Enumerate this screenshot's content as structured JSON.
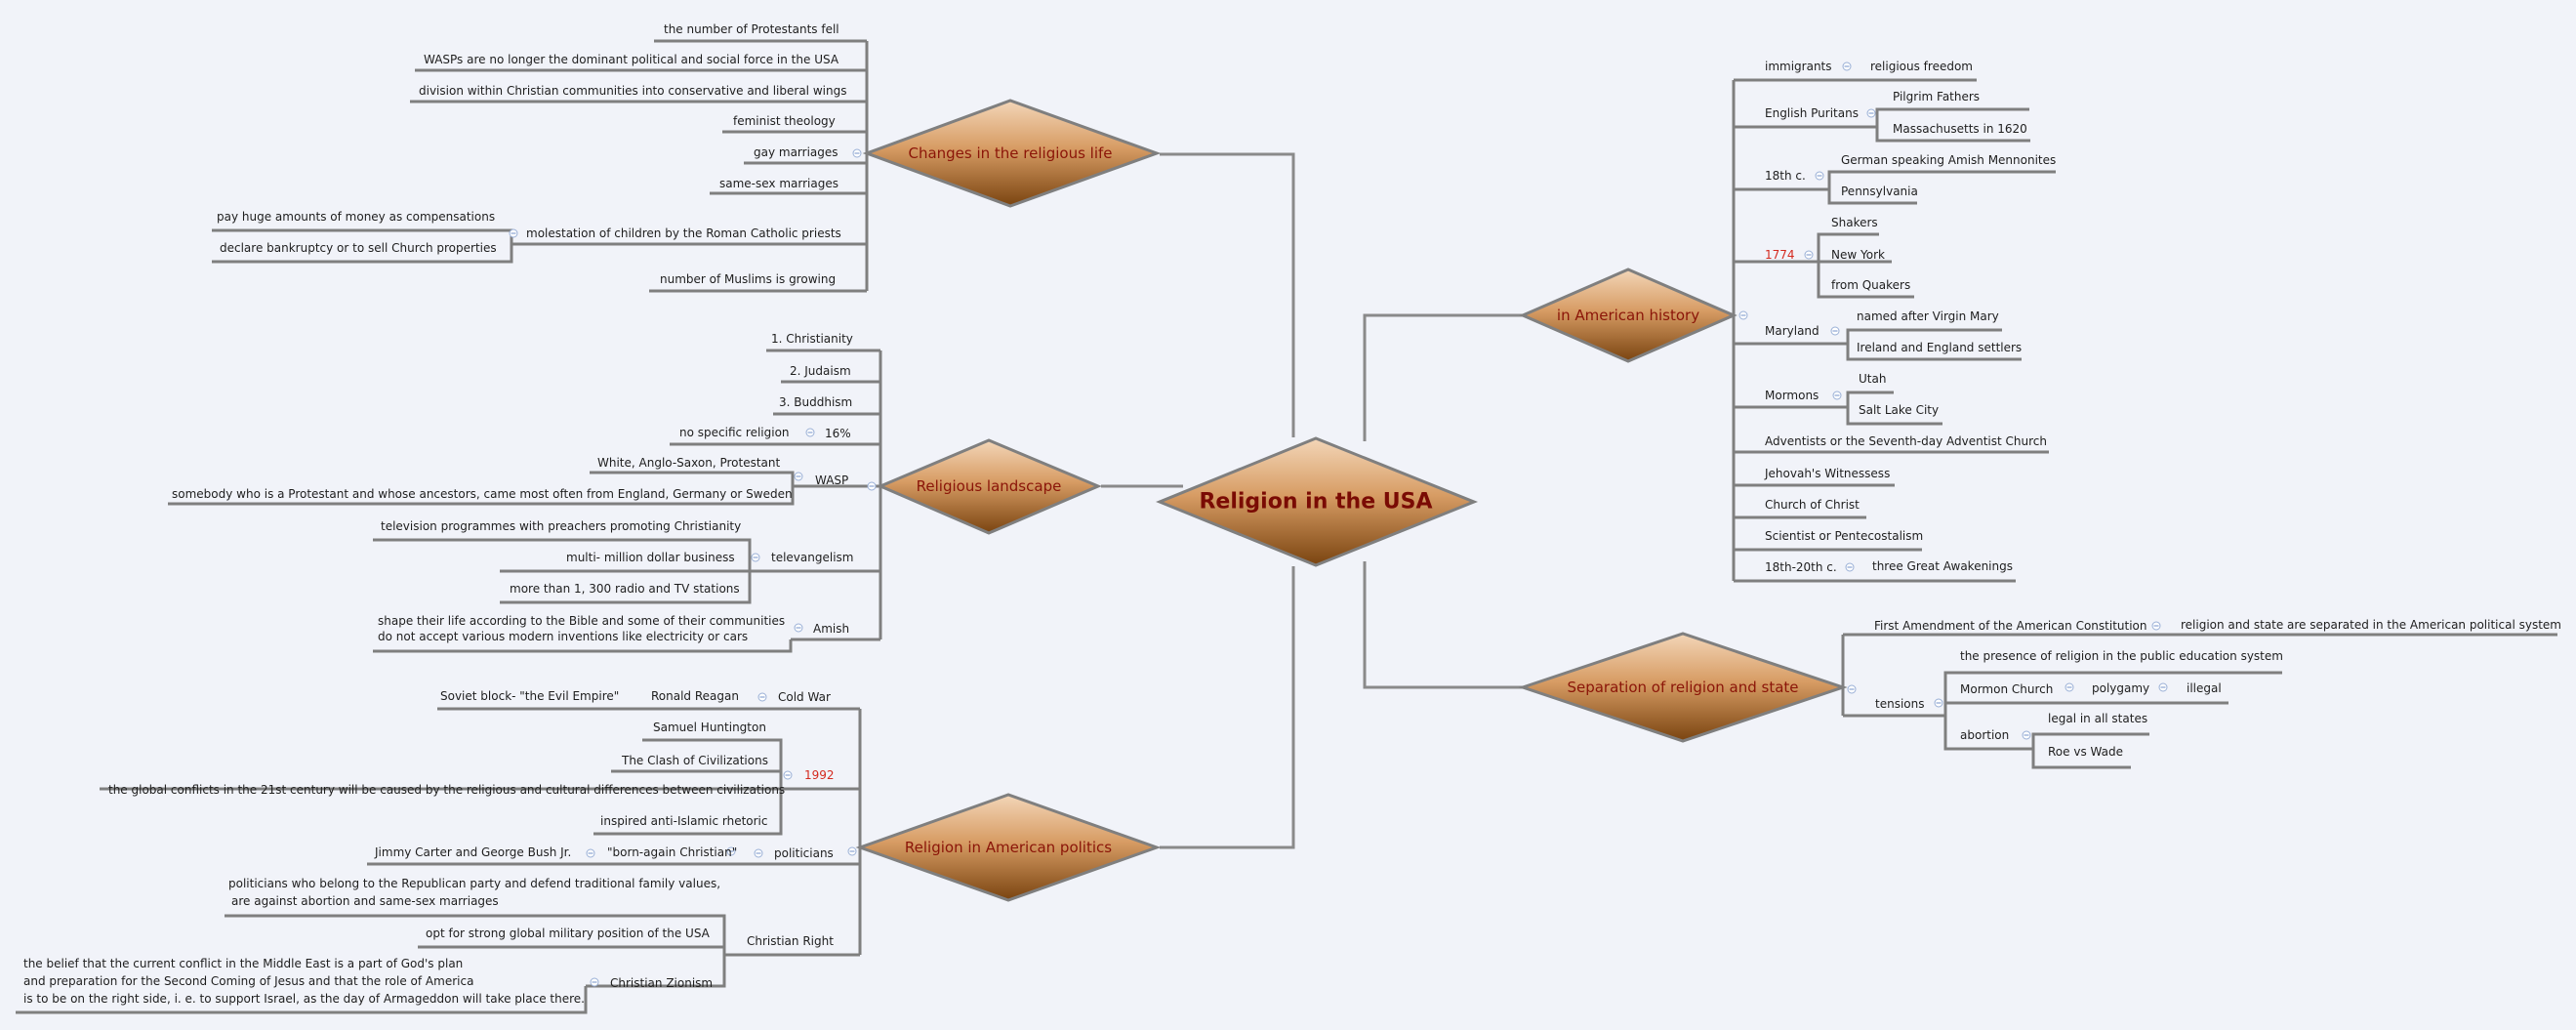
{
  "center": "Religion in the USA",
  "branches": {
    "changes": {
      "title": "Changes in the religious life",
      "items": [
        "the number of Protestants fell",
        "WASPs are no longer the dominant political and social force in the USA",
        "division within Christian communities into conservative and liberal wings",
        "feminist theology",
        "gay marriages",
        "same-sex marriages",
        "molestation of children by the Roman Catholic priests",
        "pay huge amounts of money as compensations",
        "declare bankruptcy or to sell Church properties",
        "number of Muslims is growing"
      ]
    },
    "landscape": {
      "title": "Religious landscape",
      "items": [
        "1. Christianity",
        "2. Judaism",
        "3. Buddhism",
        "16%",
        "no specific religion",
        "WASP",
        "White, Anglo-Saxon, Protestant",
        "somebody who is a Protestant and whose ancestors, came most often from England, Germany or Sweden",
        "televangelism",
        "television programmes with preachers promoting Christianity",
        "multi- million dollar business",
        "more than 1, 300 radio and TV stations",
        "Amish",
        "shape their life according to the Bible and some of their communities",
        "do not accept various modern inventions like electricity or cars"
      ]
    },
    "politics": {
      "title": "Religion in American politics",
      "items": [
        "Cold War",
        "Ronald Reagan",
        "Soviet block- \"the Evil Empire\"",
        "1992",
        "Samuel Huntington",
        "The Clash of Civilizations",
        "the global conflicts in the 21st century will be caused by the religious and cultural differences between civilizations",
        "inspired anti-Islamic rhetoric",
        "politicians",
        "\"born-again Christian\"",
        "Jimmy Carter and George Bush Jr.",
        "Christian Right",
        "politicians who belong to the Republican party and defend traditional family values,",
        "are against abortion and same-sex marriages",
        "opt for strong global military position of the USA",
        "Christian Zionism",
        "the belief that the current conflict in the Middle East is a part of God's plan",
        "and preparation for the Second Coming of Jesus and that the role of America",
        "is to be on the right side, i. e. to support Israel, as the day of Armageddon will take place there."
      ]
    },
    "history": {
      "title": "in American history",
      "items": [
        "immigrants",
        "religious freedom",
        "English Puritans",
        "Pilgrim Fathers",
        "Massachusetts in 1620",
        "18th c.",
        "German speaking Amish Mennonites",
        "Pennsylvania",
        "1774",
        "Shakers",
        "New York",
        "from Quakers",
        "Maryland",
        "named after Virgin Mary",
        "Ireland and England settlers",
        "Mormons",
        "Utah",
        "Salt Lake City",
        "Adventists or the Seventh-day Adventist Church",
        "Jehovah's Witnessess",
        "Church of Christ",
        "Scientist or Pentecostalism",
        "18th-20th c.",
        "three Great Awakenings"
      ]
    },
    "separation": {
      "title": "Separation of religion and state",
      "items": [
        "First Amendment of the American Constitution",
        "religion and state are separated in the American political system",
        "tensions",
        "the presence of religion in the public education system",
        "Mormon Church",
        "polygamy",
        "illegal",
        "abortion",
        "legal in all states",
        "Roe vs Wade"
      ]
    }
  },
  "colors": {
    "background": "#f1f3f9",
    "connector": "#7f7f7f",
    "branch_text": "#8b1508",
    "center_text": "#7a0b04",
    "highlight_text": "#d42a1f",
    "node_fill_top": "#f3d6b8",
    "node_fill_bottom": "#7a4410"
  }
}
